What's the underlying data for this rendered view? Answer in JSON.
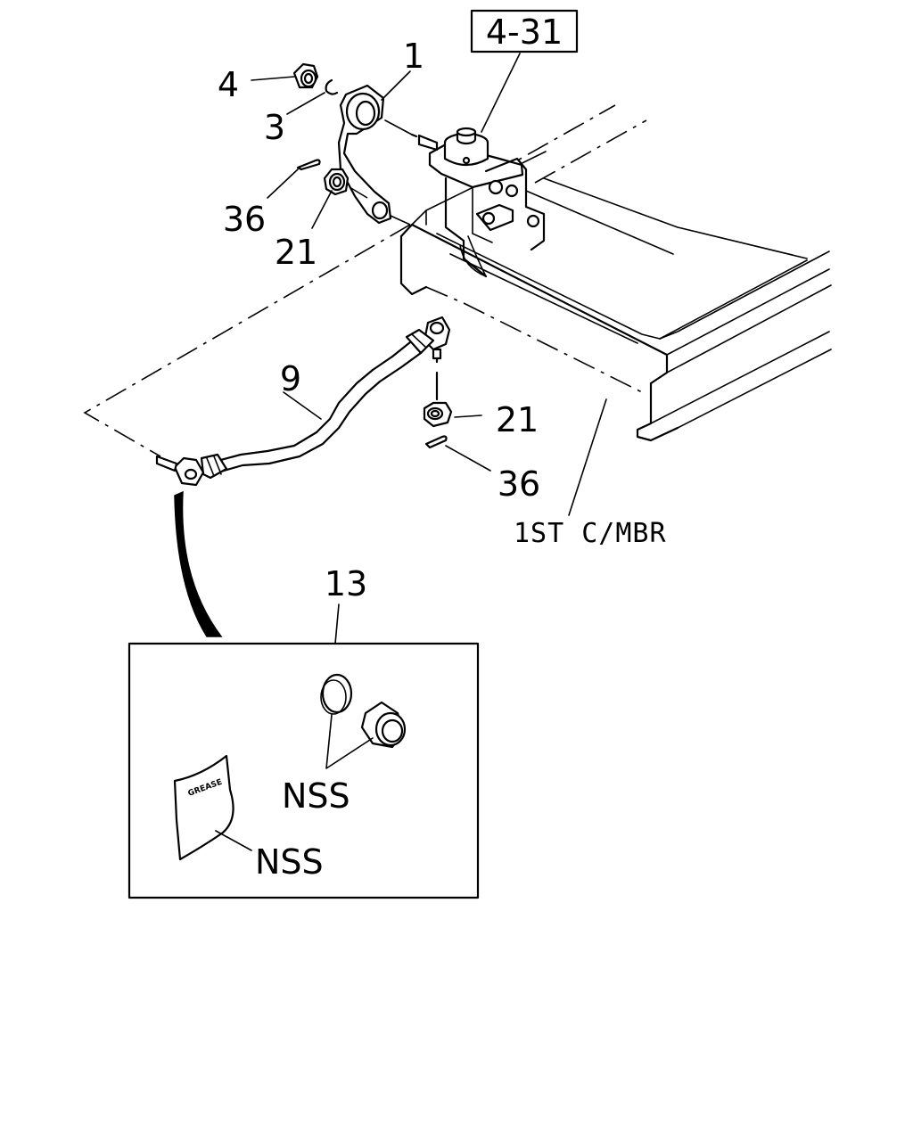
{
  "callouts": {
    "ref_box": "4-31",
    "pitman_arm": "1",
    "washer": "3",
    "nut_top": "4",
    "cotter_pin_top": "36",
    "castle_nut_top": "21",
    "drag_link": "9",
    "castle_nut_lower": "21",
    "cotter_pin_lower": "36",
    "frame_member": "1ST C/MBR",
    "repair_kit": "13",
    "seal_parts": "NSS",
    "grease": "NSS",
    "grease_packet_text": "GREASE"
  }
}
